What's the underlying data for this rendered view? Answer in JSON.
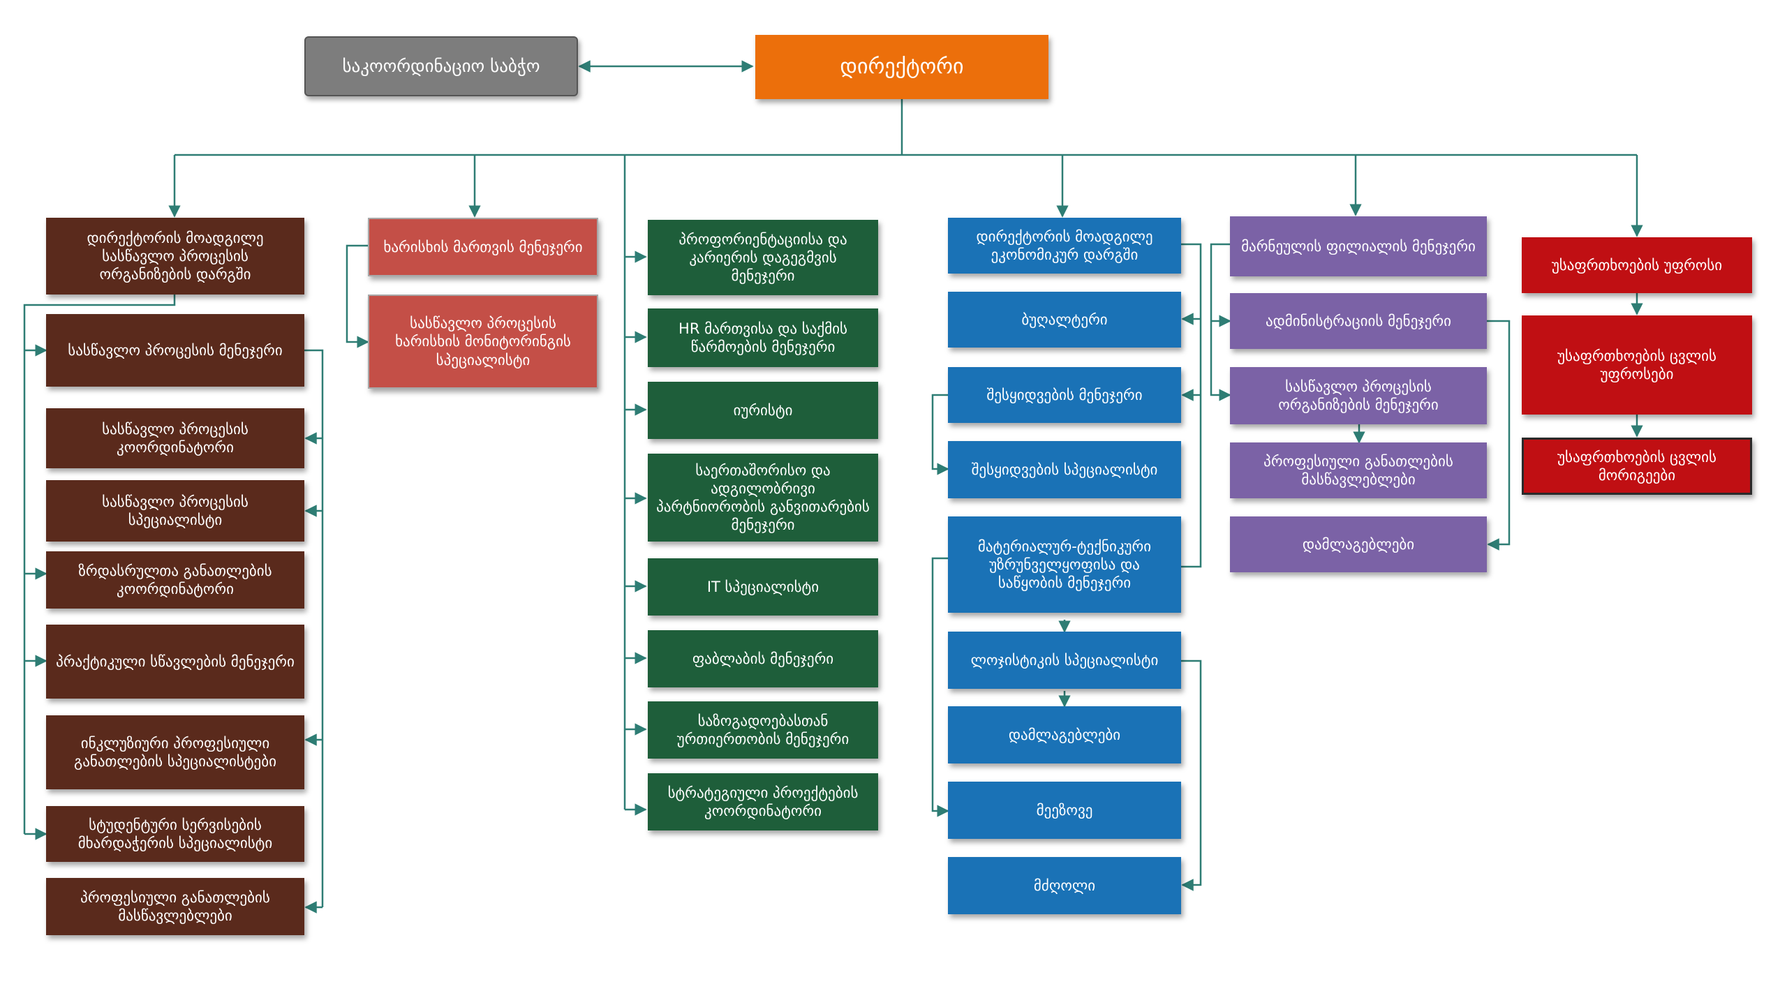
{
  "board": "საკოორდინაციო საბჭო",
  "director": "დირექტორი",
  "col1": {
    "head": "დირექტორის  მოადგილე  სასწავლო  პროცესის ორგანიზების  დარგში",
    "items": [
      "სასწავლო პროცესის მენეჯერი",
      "სასწავლო პროცესის კოორდინატორი",
      "სასწავლო პროცესის სპეციალისტი",
      "ზრდასრულთა განათლების კოორდინატორი",
      "პრაქტიკული სწავლების მენეჯერი",
      "ინკლუზიური პროფესიული განათლების სპეციალისტები",
      "სტუდენტური სერვისების მხარდაჭერის სპეციალისტი",
      "პროფესიული განათლების მასწავლებლები"
    ]
  },
  "col2": {
    "head": "ხარისხის მართვის მენეჯერი",
    "item": "სასწავლო პროცესის ხარისხის მონიტორინგის სპეციალისტი"
  },
  "col3": {
    "items": [
      "პროფორიენტაციისა და კარიერის დაგეგმვის მენეჯერი",
      "HR მართვისა და საქმის წარმოების მენეჯერი",
      "იურისტი",
      "საერთაშორისო და ადგილობრივი პარტნიორობის განვითარების მენეჯერი",
      "IT სპეციალისტი",
      "ფაბლაბის მენეჯერი",
      "საზოგადოებასთან ურთიერთობის მენეჯერი",
      "სტრატეგიული პროექტების კოორდინატორი"
    ]
  },
  "col4": {
    "head": "დირექტორის მოადგილე ეკონომიკურ დარგში",
    "items": [
      "ბუღალტერი",
      "შესყიდვების მენეჯერი",
      "შესყიდვების სპეციალისტი",
      "მატერიალურ-ტექნიკური უზრუნველყოფისა და საწყობის მენეჯერი",
      "ლოჯისტიკის სპეციალისტი",
      "დამლაგებლები",
      "მეეზოვე",
      "მძღოლი"
    ]
  },
  "col5": {
    "head": "მარნეულის ფილიალის მენეჯერი",
    "items": [
      "ადმინისტრაციის  მენეჯერი",
      "სასწავლო  პროცესის ორგანიზების  მენეჯერი",
      "პროფესიული  განათლების მასწავლებლები",
      "დამლაგებლები"
    ]
  },
  "col6": {
    "head": "უსაფრთხოების უფროსი",
    "items": [
      "უსაფრთხოების ცვლის უფროსები",
      "უსაფრთხოების ცვლის მორიგეები"
    ]
  },
  "colors": {
    "connector": "#2e7d74",
    "brown": "#5a2a1c",
    "salmon": "#c44f47",
    "green": "#1e5e3a",
    "blue": "#1a72b6",
    "purple": "#7b62a6",
    "red": "#c00f13",
    "gray": "#7d7d7d",
    "orange": "#ec6f0b"
  }
}
